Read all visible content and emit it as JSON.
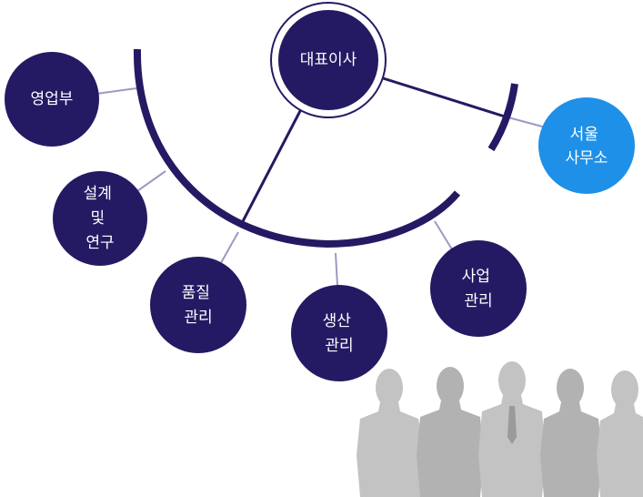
{
  "colors": {
    "primary": "#241a63",
    "accent": "#1e90e8",
    "connector": "#9e98c2",
    "silhouette": "#c3c3c3"
  },
  "ceo": {
    "lines": [
      "대표이사"
    ]
  },
  "seoul_office": {
    "lines": [
      "서울",
      "사무소"
    ]
  },
  "departments": [
    {
      "id": "sales",
      "lines": [
        "영업부"
      ]
    },
    {
      "id": "design-rnd",
      "lines": [
        "설계",
        "및",
        "연구"
      ]
    },
    {
      "id": "quality",
      "lines": [
        "품질",
        "관리"
      ]
    },
    {
      "id": "production",
      "lines": [
        "생산",
        "관리"
      ]
    },
    {
      "id": "business",
      "lines": [
        "사업",
        "관리"
      ]
    }
  ]
}
